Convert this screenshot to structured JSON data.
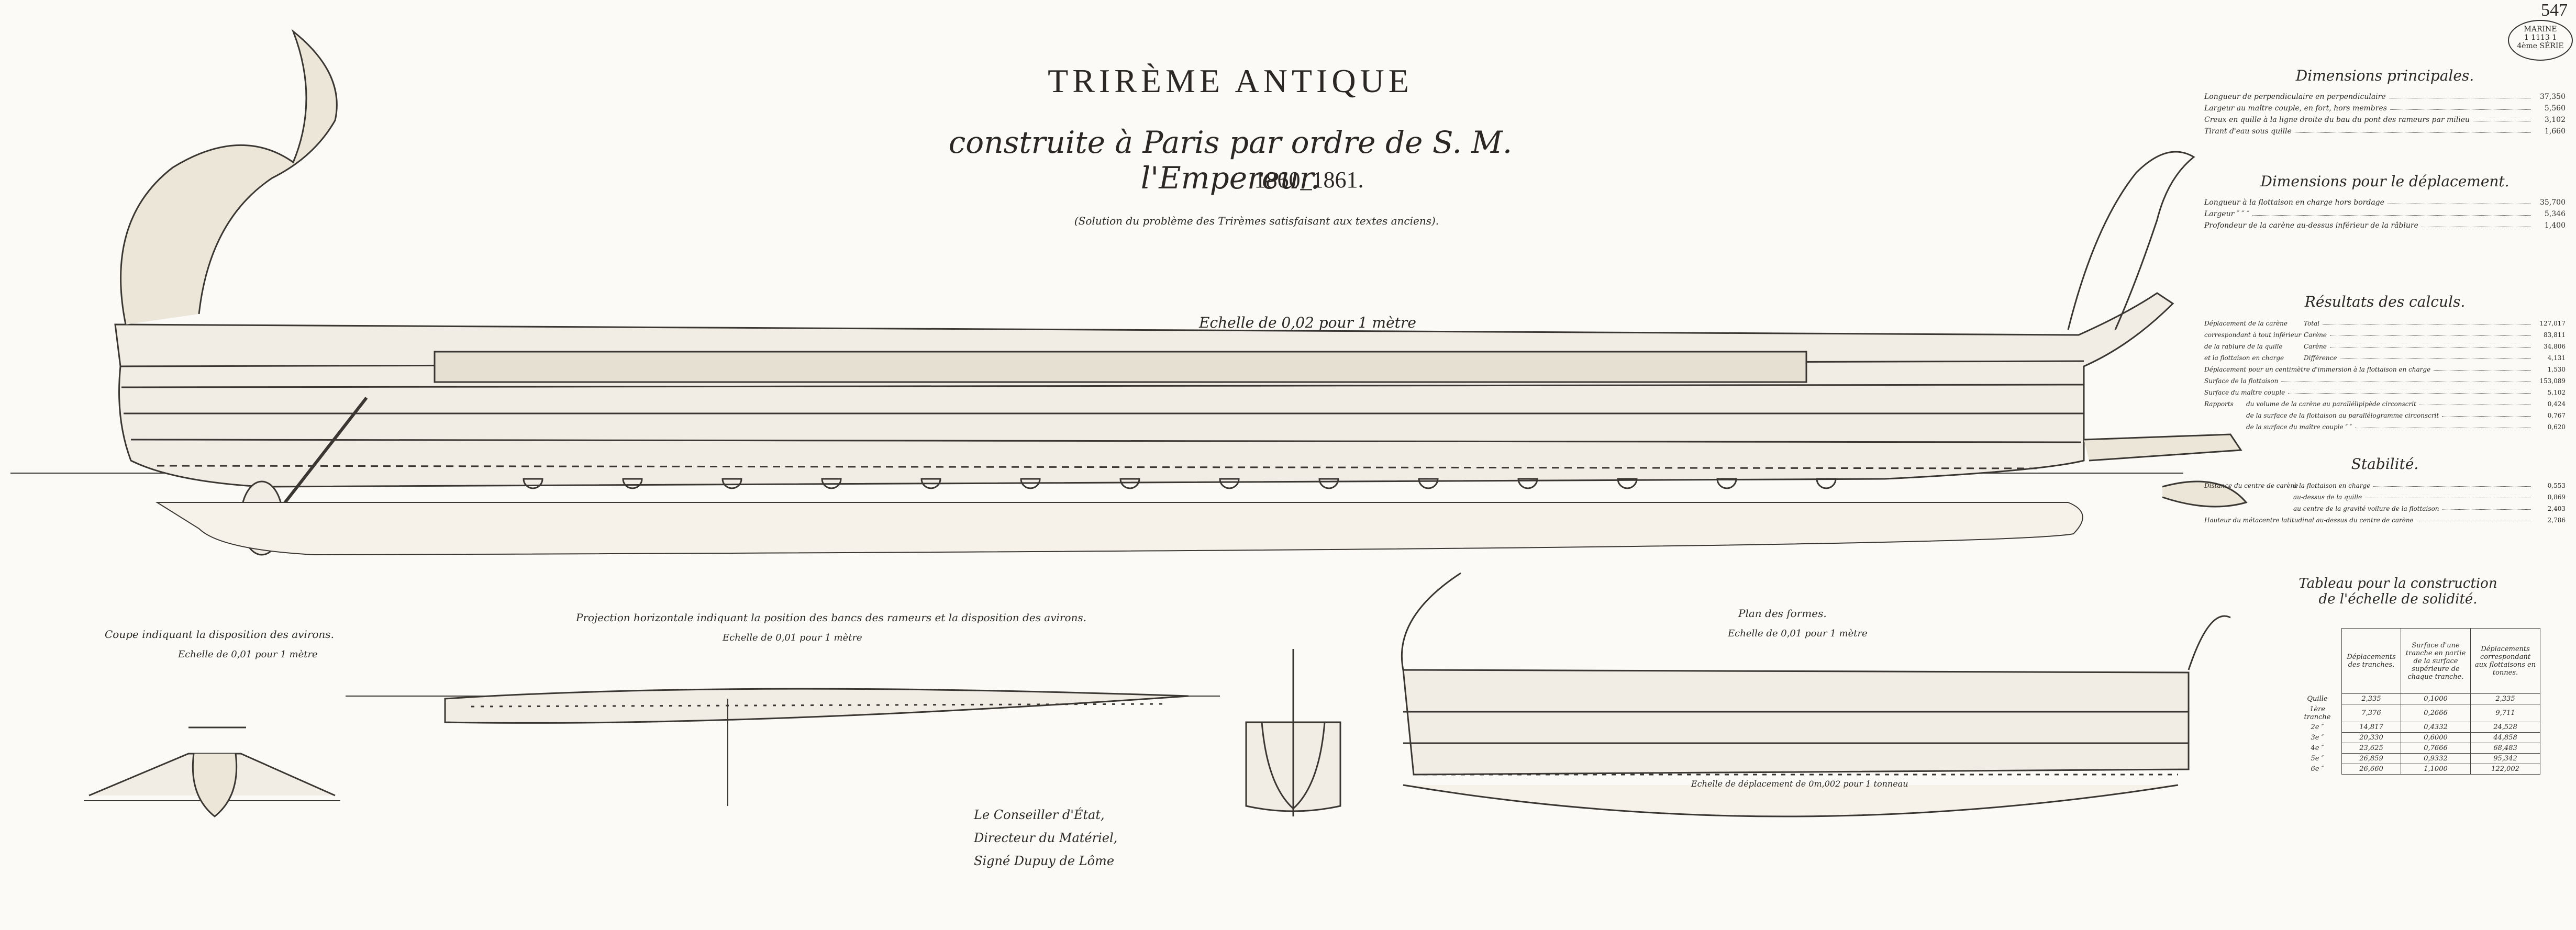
{
  "title": "TRIRÈME ANTIQUE",
  "subtitle": "construite à Paris par ordre de S. M. l'Empereur.",
  "years": "1860_1861.",
  "note": "(Solution du problème des Trirèmes satisfaisant aux textes anciens).",
  "main_scale": "Echelle de 0,02 pour 1 mètre",
  "stamp": {
    "number": "547",
    "line1": "MARINE",
    "line2": "1 1113 1",
    "line3": "4ème SÉRIE"
  },
  "dimensions": {
    "title": "Dimensions principales.",
    "rows": [
      {
        "label": "Longueur de perpendiculaire en perpendiculaire",
        "value": "37,350"
      },
      {
        "label": "Largeur au maître couple, en fort, hors membres",
        "value": "5,560"
      },
      {
        "label": "Creux en quille à la ligne droite du bau du pont des rameurs par milieu",
        "value": "3,102"
      },
      {
        "label": "Tirant d'eau sous quille",
        "value": "1,660"
      }
    ]
  },
  "deplacement": {
    "title": "Dimensions pour le déplacement.",
    "rows": [
      {
        "label": "Longueur à la flottaison en charge hors bordage",
        "value": "35,700"
      },
      {
        "label": "Largeur ″ ″ ″",
        "value": "5,346"
      },
      {
        "label": "Profondeur de la carène au-dessus inférieur de la râblure",
        "value": "1,400"
      }
    ]
  },
  "calculs": {
    "title": "Résultats des calculs.",
    "rows": [
      {
        "label": "Déplacement de la carène",
        "sub": "Total",
        "value": "127,017"
      },
      {
        "label": "correspondant à tout inférieur",
        "sub": "Carène",
        "value": "83,811"
      },
      {
        "label": "de la rablure de la quille",
        "sub": "Carène",
        "value": "34,806"
      },
      {
        "label": "et la flottaison en charge",
        "sub": "Différence",
        "value": "4,131"
      },
      {
        "label": "Déplacement pour un centimètre d'immersion à la flottaison en charge",
        "sub": "",
        "value": "1,530"
      },
      {
        "label": "Surface de la flottaison",
        "sub": "",
        "value": "153,089"
      },
      {
        "label": "Surface du maître couple",
        "sub": "",
        "value": "5,102"
      },
      {
        "label": "Rapports",
        "sub": "du volume de la carène au parallélipipède circonscrit",
        "value": "0,424"
      },
      {
        "label": "",
        "sub": "de la surface de la flottaison au parallélogramme circonscrit",
        "value": "0,767"
      },
      {
        "label": "",
        "sub": "de la surface du maître couple ″ ″",
        "value": "0,620"
      }
    ]
  },
  "stabilite": {
    "title": "Stabilité.",
    "rows": [
      {
        "label": "Distance du centre de carène",
        "sub": "à la flottaison en charge",
        "value": "0,553"
      },
      {
        "label": "",
        "sub": "au-dessus de la quille",
        "value": "0,869"
      },
      {
        "label": "",
        "sub": "au centre de la gravité voilure de la flottaison",
        "value": "2,403"
      },
      {
        "label": "Hauteur du métacentre latitudinal au-dessus du centre de carène",
        "sub": "",
        "value": "2,786"
      }
    ]
  },
  "table": {
    "title_line1": "Tableau pour la construction",
    "title_line2": "de l'échelle de solidité.",
    "headers": [
      "",
      "Déplacements des tranches.",
      "Surface d'une tranche en partie de la surface supérieure de chaque tranche.",
      "Déplacements correspondant aux flottaisons en tonnes."
    ],
    "rows": [
      [
        "Quille",
        "2,335",
        "0,1000",
        "2,335"
      ],
      [
        "1ère tranche",
        "7,376",
        "0,2666",
        "9,711"
      ],
      [
        "2e ″",
        "14,817",
        "0,4332",
        "24,528"
      ],
      [
        "3e ″",
        "20,330",
        "0,6000",
        "44,858"
      ],
      [
        "4e ″",
        "23,625",
        "0,7666",
        "68,483"
      ],
      [
        "5e ″",
        "26,859",
        "0,9332",
        "95,342"
      ],
      [
        "6e ″",
        "26,660",
        "1,1000",
        "122,002"
      ]
    ]
  },
  "coupe": {
    "label": "Coupe indiquant la disposition des avirons.",
    "scale": "Echelle de 0,01 pour 1 mètre"
  },
  "projection": {
    "label": "Projection horizontale indiquant la position des bancs des rameurs et la disposition des avirons.",
    "scale": "Echelle de 0,01 pour 1 mètre"
  },
  "plan": {
    "label": "Plan des formes.",
    "scale": "Echelle de 0,01 pour 1 mètre",
    "ech_deplacement": "Echelle de déplacement de 0m,002 pour 1 tonneau"
  },
  "signature": {
    "line1": "Le Conseiller d'État,",
    "line2": "Directeur du Matériel,",
    "line3": "Signé Dupuy de Lôme"
  }
}
